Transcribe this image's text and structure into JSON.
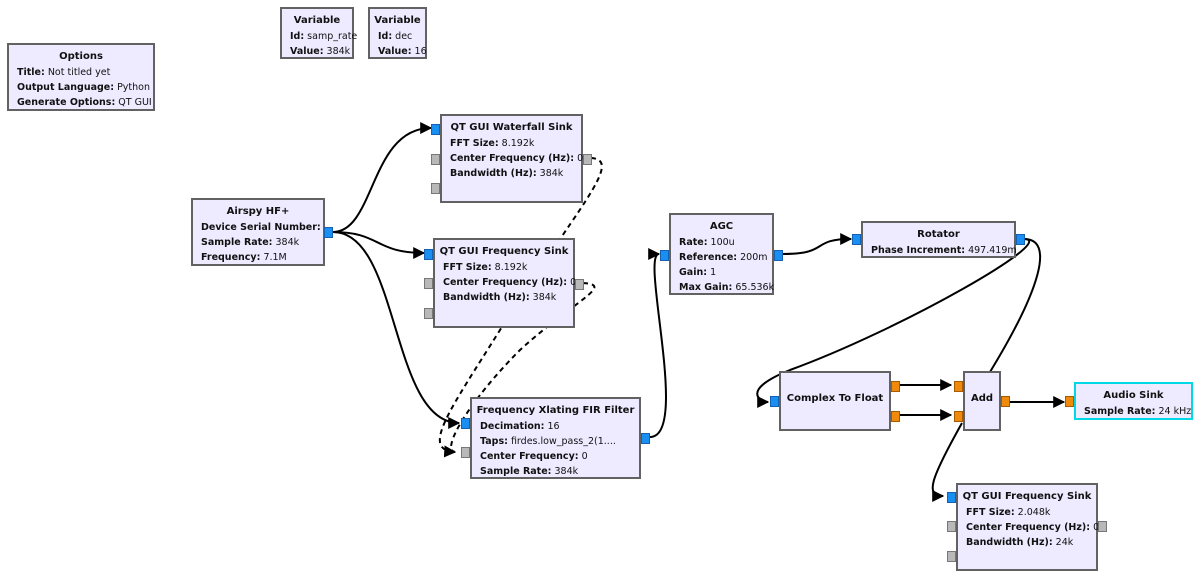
{
  "colors": {
    "block_fill": "#eeeaff",
    "block_border": "#626262",
    "selected_border": "#00d8e6",
    "complex_port": "#1a8ff2",
    "float_port": "#f08a0a",
    "message_port": "#b8b8b8"
  },
  "blocks": {
    "options": {
      "title": "Options",
      "params": [
        {
          "key": "Title:",
          "value": "Not titled yet"
        },
        {
          "key": "Output Language:",
          "value": "Python"
        },
        {
          "key": "Generate Options:",
          "value": "QT GUI"
        }
      ]
    },
    "var_samp": {
      "title": "Variable",
      "params": [
        {
          "key": "Id:",
          "value": "samp_rate"
        },
        {
          "key": "Value:",
          "value": "384k"
        }
      ]
    },
    "var_dec": {
      "title": "Variable",
      "params": [
        {
          "key": "Id:",
          "value": "dec"
        },
        {
          "key": "Value:",
          "value": "16"
        }
      ]
    },
    "airspy": {
      "title": "Airspy HF+",
      "params": [
        {
          "key": "Device Serial Number:",
          "value": ""
        },
        {
          "key": "Sample Rate:",
          "value": "384k"
        },
        {
          "key": "Frequency:",
          "value": "7.1M"
        }
      ]
    },
    "waterfall": {
      "title": "QT GUI Waterfall Sink",
      "params": [
        {
          "key": "FFT Size:",
          "value": "8.192k"
        },
        {
          "key": "Center Frequency (Hz):",
          "value": "0"
        },
        {
          "key": "Bandwidth (Hz):",
          "value": "384k"
        }
      ]
    },
    "freqsink1": {
      "title": "QT GUI Frequency Sink",
      "params": [
        {
          "key": "FFT Size:",
          "value": "8.192k"
        },
        {
          "key": "Center Frequency (Hz):",
          "value": "0"
        },
        {
          "key": "Bandwidth (Hz):",
          "value": "384k"
        }
      ]
    },
    "xlating": {
      "title": "Frequency Xlating FIR Filter",
      "params": [
        {
          "key": "Decimation:",
          "value": "16"
        },
        {
          "key": "Taps:",
          "value": "firdes.low_pass_2(1...."
        },
        {
          "key": "Center Frequency:",
          "value": "0"
        },
        {
          "key": "Sample Rate:",
          "value": "384k"
        }
      ]
    },
    "agc": {
      "title": "AGC",
      "params": [
        {
          "key": "Rate:",
          "value": "100u"
        },
        {
          "key": "Reference:",
          "value": "200m"
        },
        {
          "key": "Gain:",
          "value": "1"
        },
        {
          "key": "Max Gain:",
          "value": "65.536k"
        }
      ]
    },
    "rotator": {
      "title": "Rotator",
      "params": [
        {
          "key": "Phase Increment:",
          "value": "497.419m"
        }
      ]
    },
    "c2f": {
      "title": "Complex To Float",
      "params": []
    },
    "add": {
      "title": "Add",
      "params": []
    },
    "audio": {
      "title": "Audio Sink",
      "params": [
        {
          "key": "Sample Rate:",
          "value": "24 kHz"
        }
      ]
    },
    "freqsink2": {
      "title": "QT GUI Frequency Sink",
      "params": [
        {
          "key": "FFT Size:",
          "value": "2.048k"
        },
        {
          "key": "Center Frequency (Hz):",
          "value": "0"
        },
        {
          "key": "Bandwidth (Hz):",
          "value": "24k"
        }
      ]
    }
  }
}
